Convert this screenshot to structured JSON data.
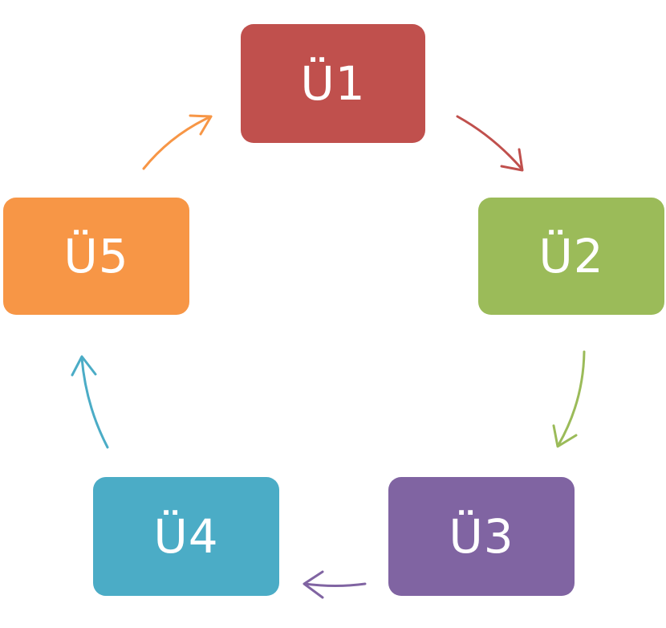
{
  "diagram": {
    "type": "cycle",
    "nodes": [
      {
        "id": "u1",
        "label": "Ü1",
        "color": "#c0504d"
      },
      {
        "id": "u2",
        "label": "Ü2",
        "color": "#9bbb59"
      },
      {
        "id": "u3",
        "label": "Ü3",
        "color": "#8064a2"
      },
      {
        "id": "u4",
        "label": "Ü4",
        "color": "#4bacc6"
      },
      {
        "id": "u5",
        "label": "Ü5",
        "color": "#f79646"
      }
    ],
    "edges": [
      {
        "from": "Ü1",
        "to": "Ü2",
        "color": "#c0504d"
      },
      {
        "from": "Ü2",
        "to": "Ü3",
        "color": "#9bbb59"
      },
      {
        "from": "Ü3",
        "to": "Ü4",
        "color": "#8064a2"
      },
      {
        "from": "Ü4",
        "to": "Ü5",
        "color": "#4bacc6"
      },
      {
        "from": "Ü5",
        "to": "Ü1",
        "color": "#f79646"
      }
    ]
  }
}
